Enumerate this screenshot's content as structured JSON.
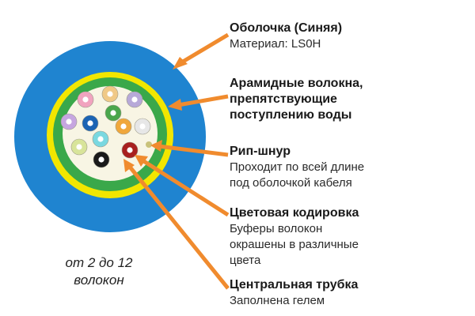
{
  "colors": {
    "jacket": "#1f84d0",
    "aramid_yellow": "#f2e600",
    "gel_green": "#3aa84a",
    "tube_fill": "#f8f5e4",
    "arrow": "#f08b2e"
  },
  "callouts": {
    "jacket": {
      "title": "Оболочка (Синяя)",
      "lines": [
        "Материал: LS0H"
      ]
    },
    "aramid": {
      "title_lines": [
        "Арамидные волокна,",
        "препятствующие",
        "поступлению воды"
      ]
    },
    "ripcord": {
      "title": "Рип-шнур",
      "lines": [
        "Проходит по всей длине",
        "под оболочкой кабеля"
      ]
    },
    "coding": {
      "title": "Цветовая кодировка",
      "lines": [
        "Буферы волокон",
        "окрашены в различные",
        "цвета"
      ]
    },
    "tube": {
      "title": "Центральная трубка",
      "lines": [
        "Заполнена гелем"
      ]
    }
  },
  "fiber_count": {
    "lines": [
      "от 2 до 12",
      "волокон"
    ]
  },
  "fibers": [
    {
      "color": "#f1a3bf"
    },
    {
      "color": "#f0c987"
    },
    {
      "color": "#b7a9d8"
    },
    {
      "color": "#c6a6e0"
    },
    {
      "color": "#1c64b4"
    },
    {
      "color": "#4aa64c"
    },
    {
      "color": "#f0a73c"
    },
    {
      "color": "#e7e7e7"
    },
    {
      "color": "#d8e49a"
    },
    {
      "color": "#7ad8e0"
    },
    {
      "color": "#1a1a1a"
    },
    {
      "color": "#a8201f"
    }
  ]
}
